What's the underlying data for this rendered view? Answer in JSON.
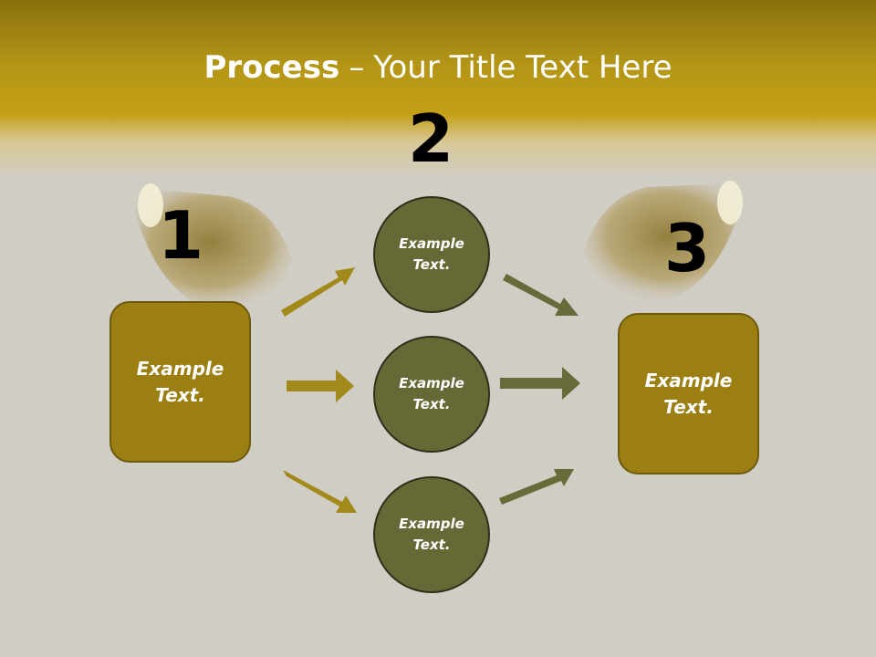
{
  "title": {
    "bold": "Process",
    "separator": "–",
    "rest": "Your Title Text Here"
  },
  "steps": {
    "one": "1",
    "two": "2",
    "three": "3"
  },
  "boxes": {
    "left": "Example Text.",
    "right": "Example Text."
  },
  "circles": {
    "top": "Example Text.",
    "middle": "Example Text.",
    "bottom": "Example Text."
  },
  "colors": {
    "gold_header": "#c4a015",
    "box_fill": "#9b7f13",
    "circle_fill": "#666936",
    "arrow_gold": "#a18a1b",
    "arrow_olive": "#686a3a",
    "background": "#d0cdc4"
  }
}
